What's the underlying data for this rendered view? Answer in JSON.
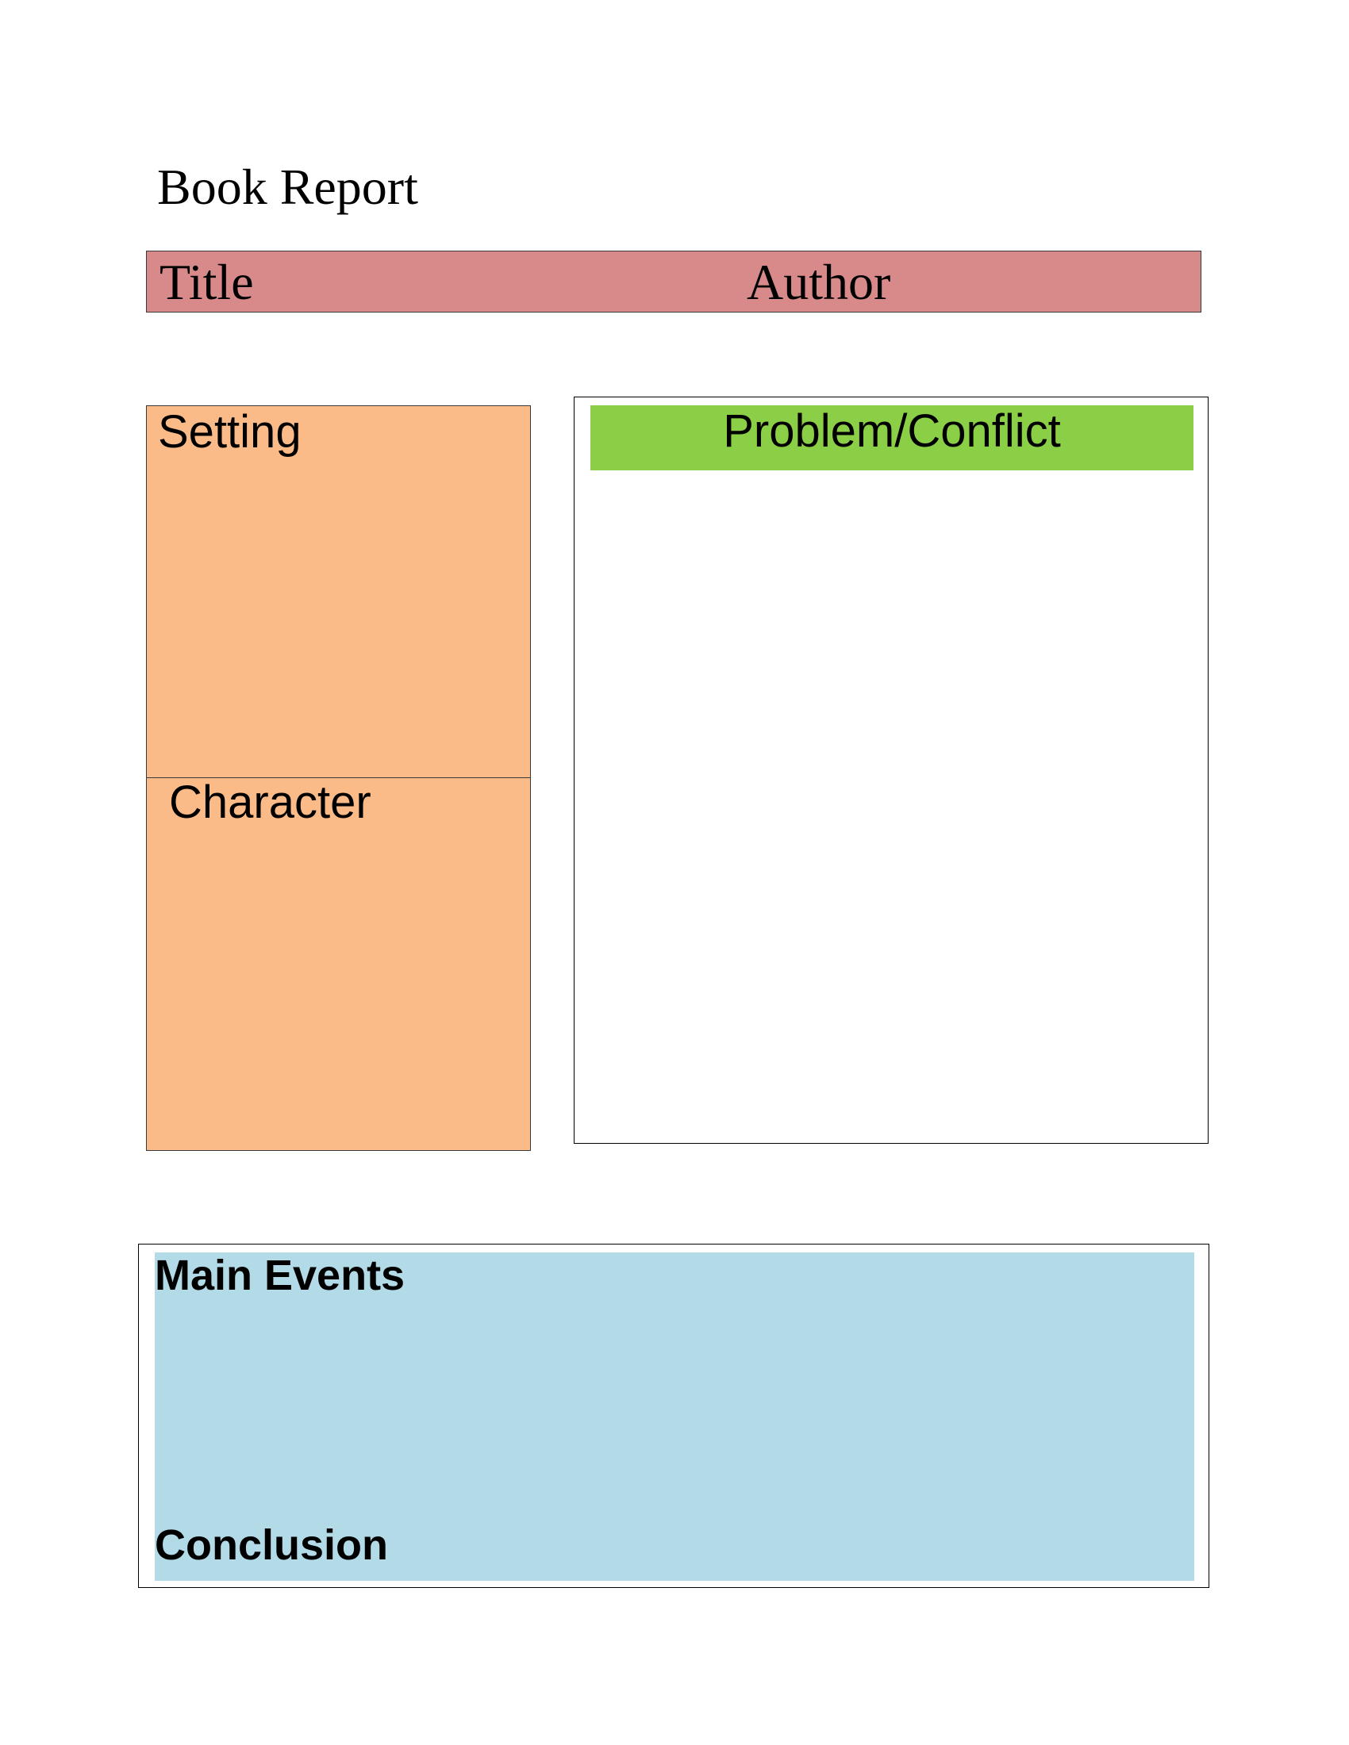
{
  "document": {
    "title": "Book Report"
  },
  "header_bar": {
    "title_label": "Title",
    "author_label": "Author",
    "color": "#d88a8a"
  },
  "left_column": {
    "setting_label": "Setting",
    "character_label": "Character",
    "color": "#fabb89"
  },
  "problem": {
    "label": "Problem/Conflict",
    "color": "#8bcf46"
  },
  "events": {
    "main_events_label": "Main Events",
    "conclusion_label": "Conclusion",
    "color": "#b2dae7"
  }
}
